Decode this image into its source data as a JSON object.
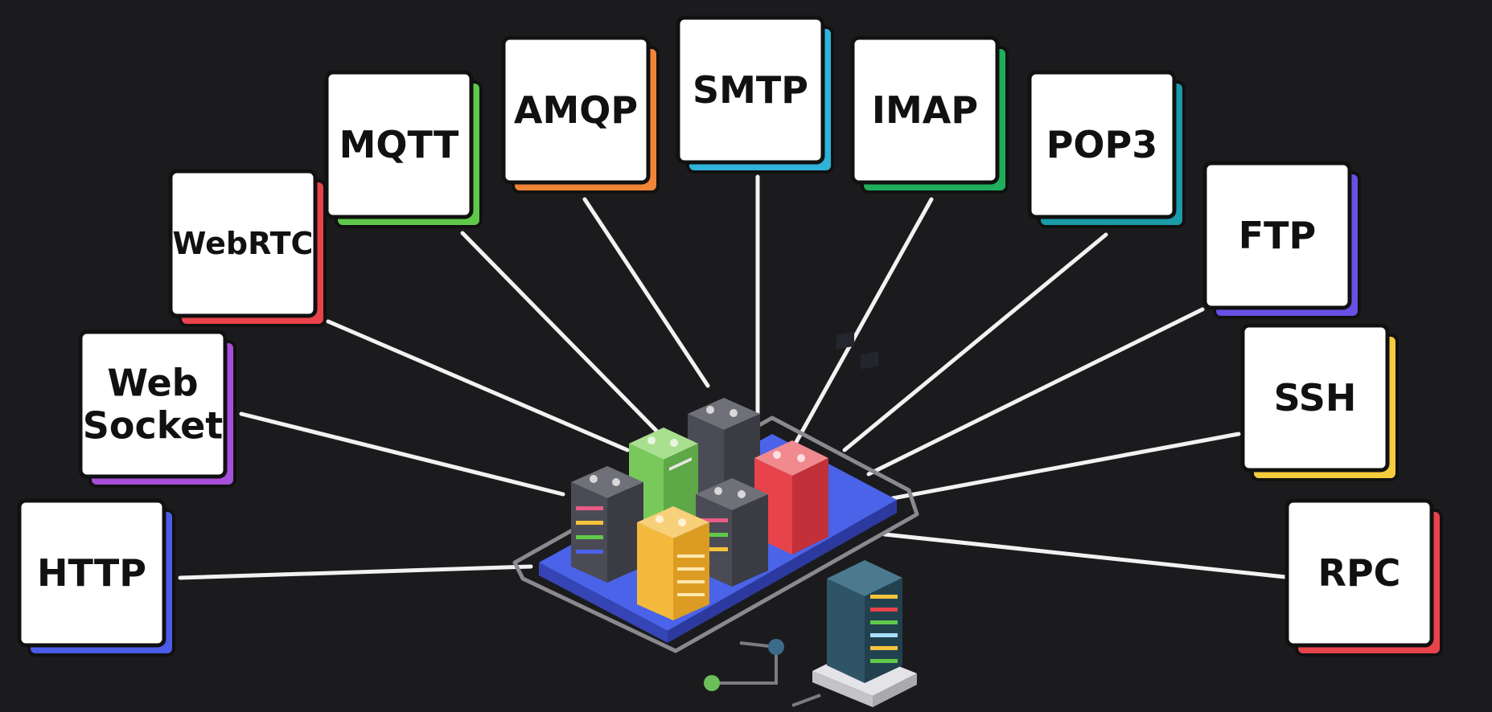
{
  "protocols": [
    {
      "id": "http",
      "lines": [
        "HTTP"
      ],
      "accent": "#4a5ce8"
    },
    {
      "id": "websocket",
      "lines": [
        "Web",
        "Socket"
      ],
      "accent": "#a64fd8"
    },
    {
      "id": "webrtc",
      "lines": [
        "WebRTC"
      ],
      "accent": "#e8434b"
    },
    {
      "id": "mqtt",
      "lines": [
        "MQTT"
      ],
      "accent": "#5fc94a"
    },
    {
      "id": "amqp",
      "lines": [
        "AMQP"
      ],
      "accent": "#f08437"
    },
    {
      "id": "smtp",
      "lines": [
        "SMTP"
      ],
      "accent": "#2eb3d9"
    },
    {
      "id": "imap",
      "lines": [
        "IMAP"
      ],
      "accent": "#1fae5c"
    },
    {
      "id": "pop3",
      "lines": [
        "POP3"
      ],
      "accent": "#1b9aa8"
    },
    {
      "id": "ftp",
      "lines": [
        "FTP"
      ],
      "accent": "#6a4fe6"
    },
    {
      "id": "ssh",
      "lines": [
        "SSH"
      ],
      "accent": "#f4cc3c"
    },
    {
      "id": "rpc",
      "lines": [
        "RPC"
      ],
      "accent": "#e8434b"
    }
  ],
  "colors": {
    "background": "#1b1b1d",
    "connector": "#f2f2f2",
    "card": "#ffffff",
    "platform": "#4a63e8",
    "server_dark": "#4b4b55",
    "server_green": "#78c95a",
    "server_red": "#e8434b",
    "server_yellow": "#f4b93c",
    "rack": "#2f5466"
  }
}
